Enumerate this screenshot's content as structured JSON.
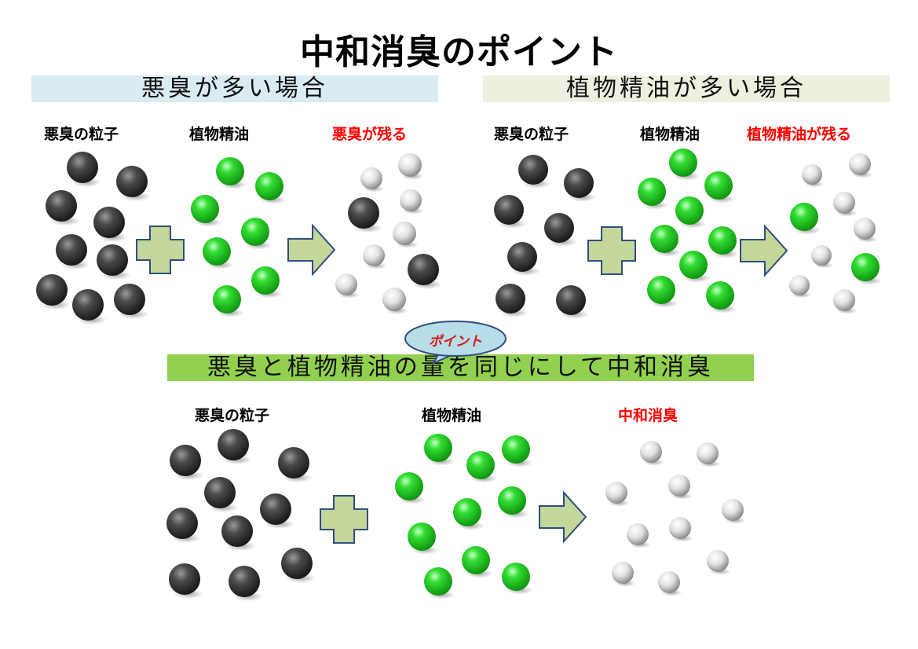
{
  "title": "中和消臭のポイント",
  "panel_left": {
    "header": "悪臭が多い場合",
    "labels": [
      "悪臭の粒子",
      "植物精油",
      "悪臭が残る"
    ]
  },
  "panel_right": {
    "header": "植物精油が多い場合",
    "labels": [
      "悪臭の粒子",
      "植物精油",
      "植物精油が残る"
    ]
  },
  "point_bubble": "ポイント",
  "panel_bottom": {
    "header": "悪臭と植物精油の量を同じにして中和消臭",
    "labels": [
      "悪臭の粒子",
      "植物精油",
      "中和消臭"
    ]
  },
  "colors": {
    "band_left": "#d9ecf2",
    "band_right": "#ebf1de",
    "band_bottom": "#92d050",
    "shape_fill": "#c4d79b",
    "shape_stroke": "#2f4f7f",
    "bubble_fill": "#b7dde8",
    "highlight_text": "#ff0000"
  }
}
